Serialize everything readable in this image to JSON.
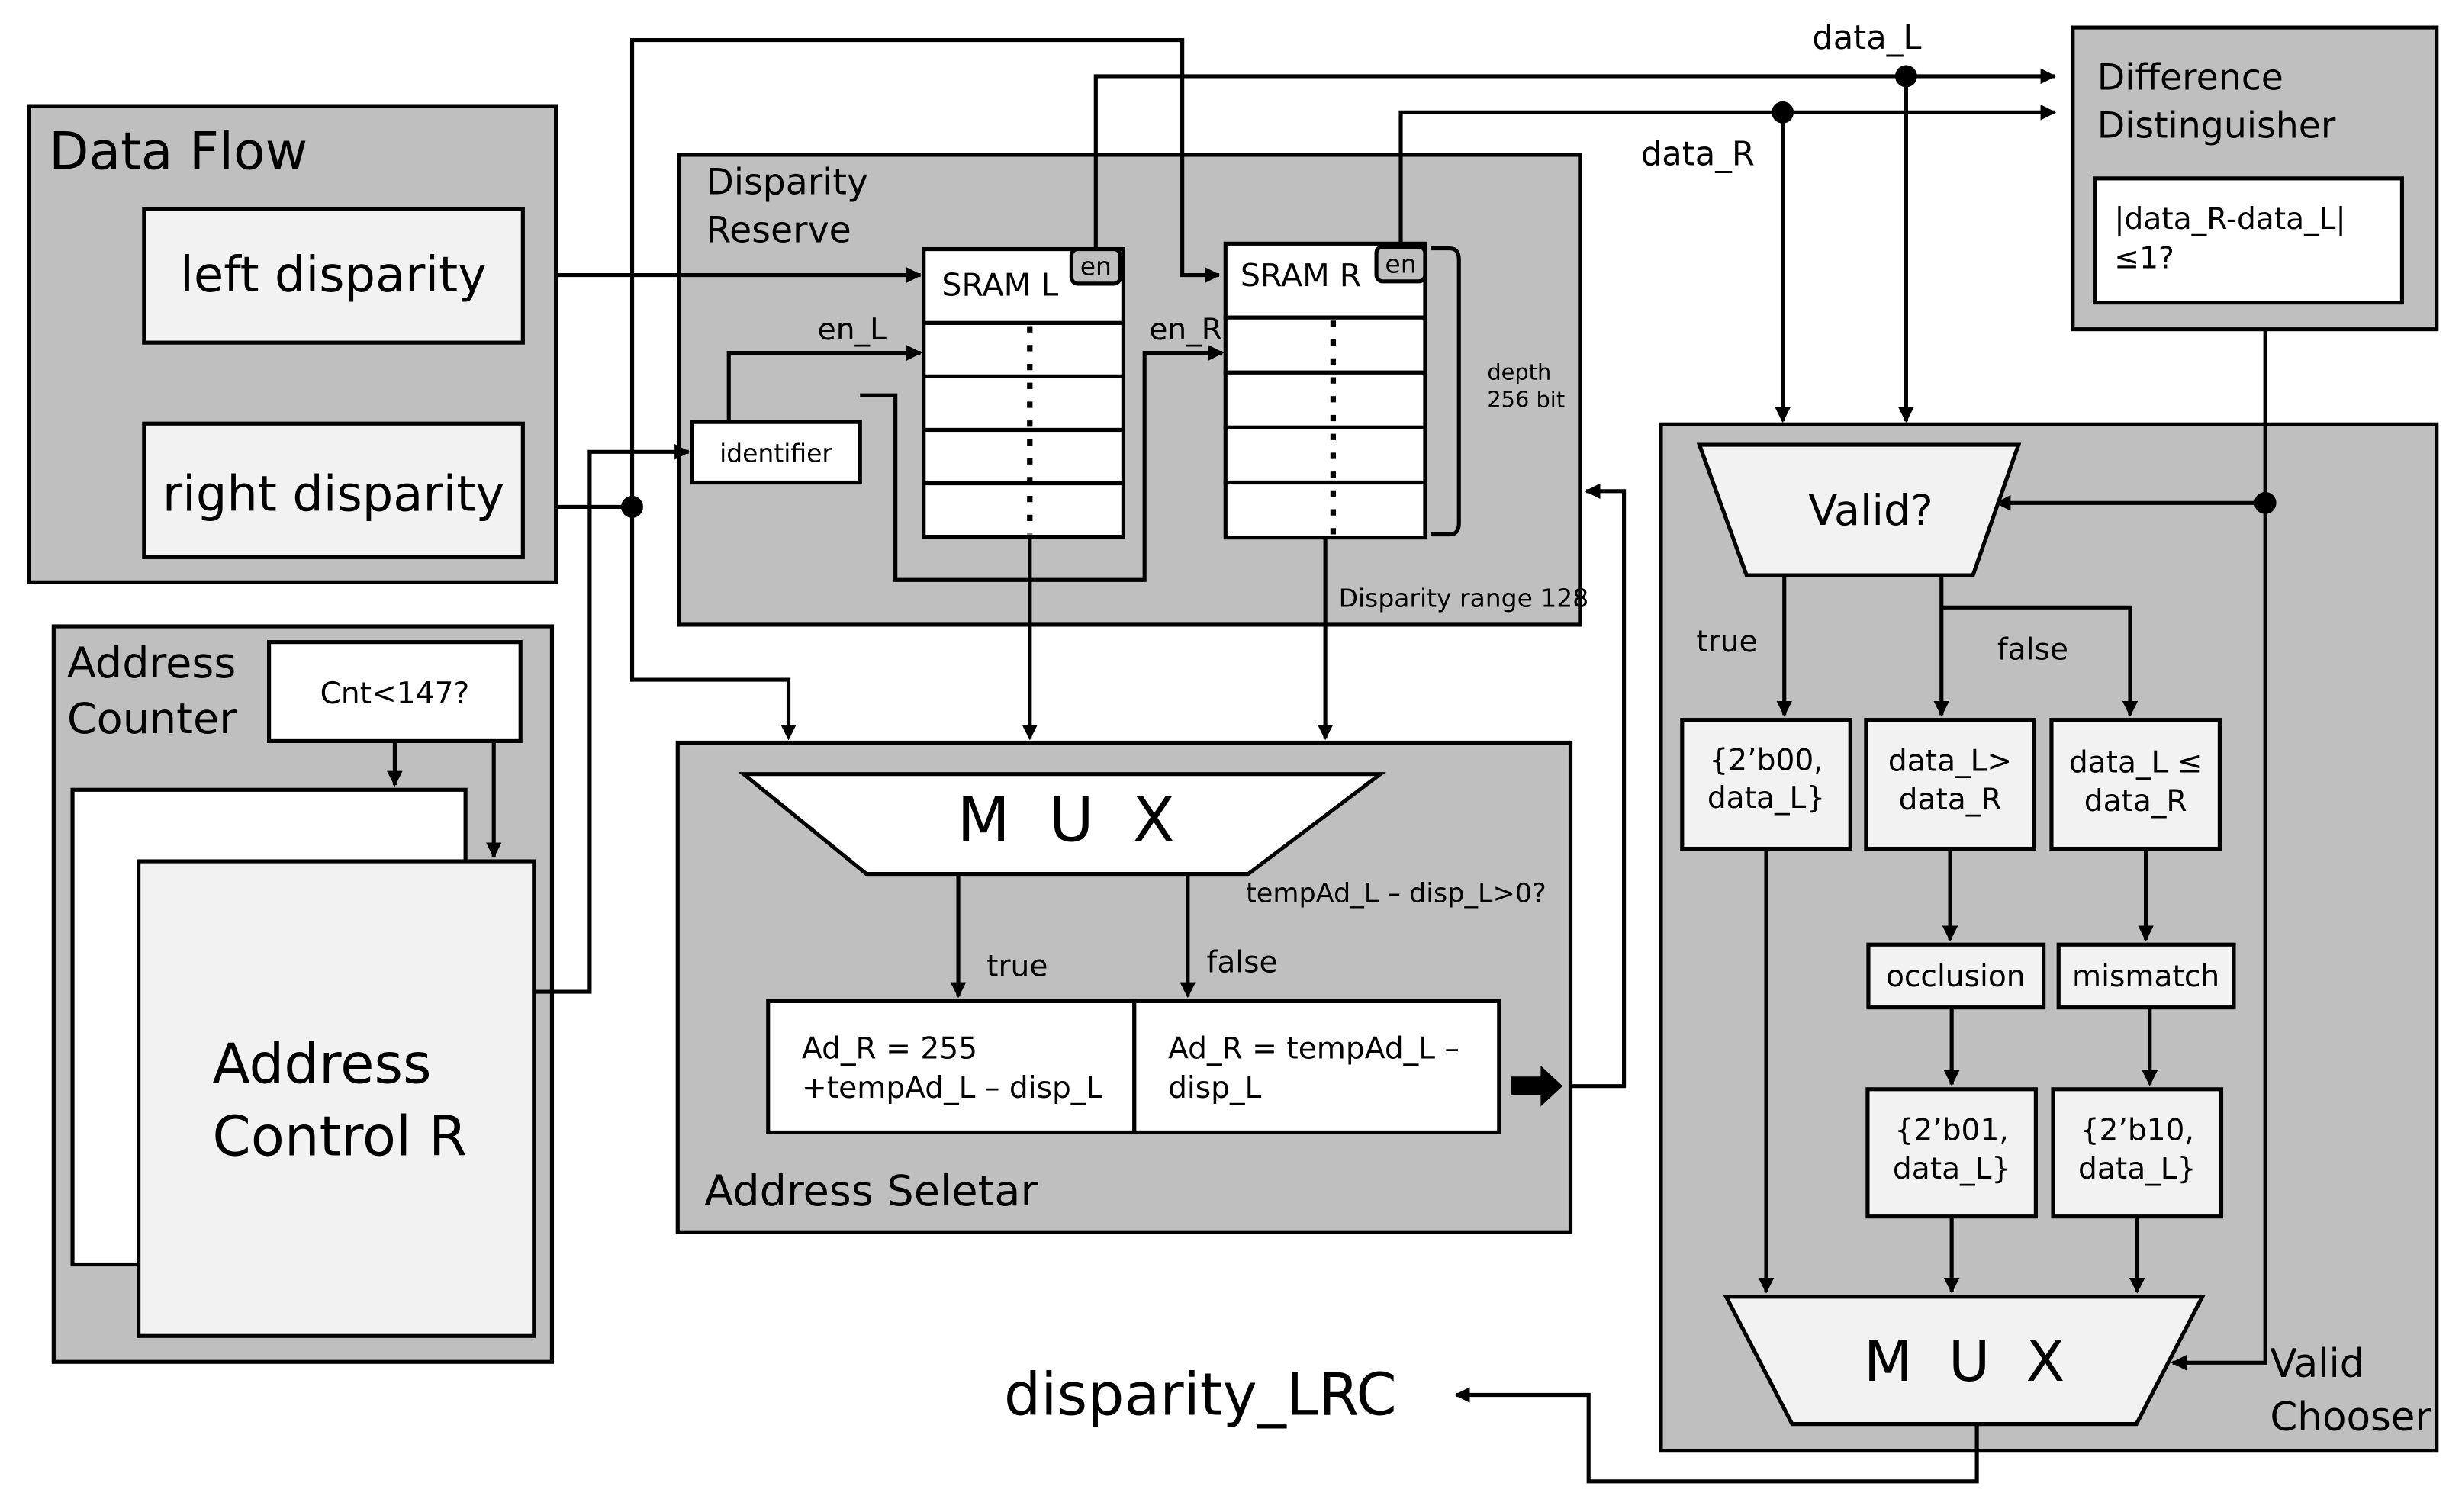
{
  "data_flow": {
    "title": "Data Flow",
    "left_disparity": "left disparity",
    "right_disparity": "right disparity"
  },
  "disparity_reserve": {
    "title_line1": "Disparity",
    "title_line2": "Reserve",
    "sram_l": "SRAM L",
    "sram_r": "SRAM R",
    "en": "en",
    "en_l": "en_L",
    "en_r": "en_R",
    "identifier": "identifier",
    "depth_line1": "depth",
    "depth_line2": "256 bit",
    "range": "Disparity range 128"
  },
  "address_counter": {
    "title_line1": "Address",
    "title_line2": "Counter",
    "condition": "Cnt<147?",
    "control_line1": "Address",
    "control_line2": "Control R"
  },
  "address_selector": {
    "title": "Address Seletar",
    "mux": "M  U  X",
    "condition": "tempAd_L – disp_L>0?",
    "true_label": "true",
    "false_label": "false",
    "true_line1": "Ad_R = 255",
    "true_line2": "+tempAd_L – disp_L",
    "false_line1": "Ad_R = tempAd_L –",
    "false_line2": "disp_L"
  },
  "signals": {
    "data_l": "data_L",
    "data_r": "data_R",
    "output": "disparity_LRC"
  },
  "difference_distinguisher": {
    "title_line1": "Difference",
    "title_line2": "Distinguisher",
    "cond_line1": "|data_R-data_L|",
    "cond_line2": "≤1?"
  },
  "valid_chooser": {
    "title_line1": "Valid",
    "title_line2": "Chooser",
    "valid": "Valid?",
    "true_label": "true",
    "false_label": "false",
    "code00_line1": "{2’b00,",
    "code00_line2": "data_L}",
    "gt_line1": "data_L>",
    "gt_line2": "data_R",
    "le_line1": "data_L ≤",
    "le_line2": "data_R",
    "occlusion": "occlusion",
    "mismatch": "mismatch",
    "code01_line1": "{2’b01,",
    "code01_line2": "data_L}",
    "code10_line1": "{2’b10,",
    "code10_line2": "data_L}",
    "mux": "M  U  X"
  }
}
